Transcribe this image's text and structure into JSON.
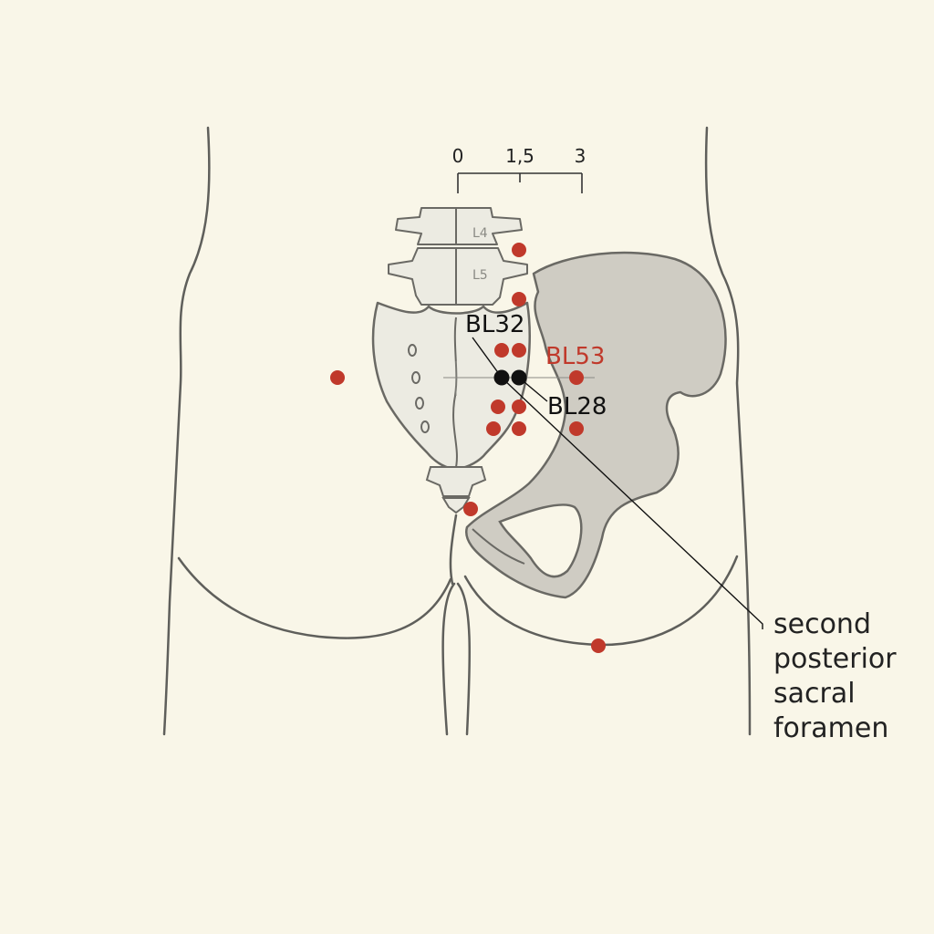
{
  "scale": {
    "ticks": [
      "0",
      "1,5",
      "3"
    ]
  },
  "vertebrae": {
    "l4": "L4",
    "l5": "L5"
  },
  "points": {
    "bl32": "BL32",
    "bl53": "BL53",
    "bl28": "BL28"
  },
  "annotation": {
    "line1": "second",
    "line2": "posterior",
    "line3": "sacral",
    "line4": "foramen"
  },
  "colors": {
    "background": "#f9f6e8",
    "outline": "#5f5f5b",
    "bone_fill": "#cfccc3",
    "sacrum_fill": "#ecebe2",
    "point_red": "#c0392b",
    "point_black": "#111111",
    "label_red": "#c0392b"
  }
}
